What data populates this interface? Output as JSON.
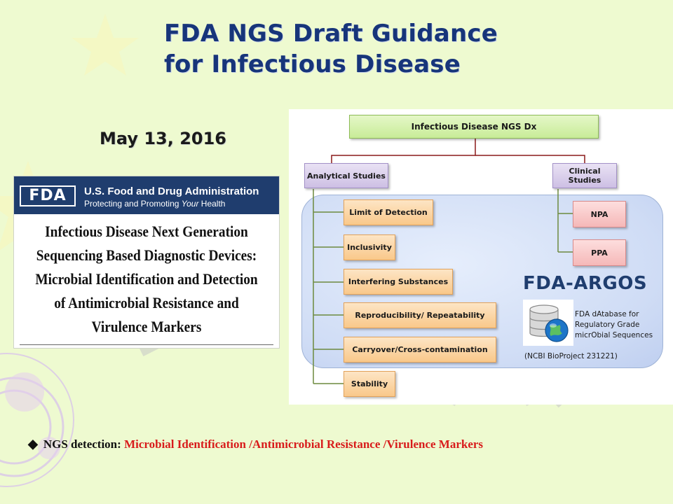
{
  "slide": {
    "title_line1": "FDA  NGS Draft Guidance",
    "title_line2": "for Infectious Disease",
    "date": "May 13, 2016"
  },
  "document": {
    "logo_text": "FDA",
    "agency": "U.S. Food and Drug Administration",
    "tagline_prefix": "Protecting and Promoting ",
    "tagline_emphasis": "Your",
    "tagline_suffix": " Health",
    "title_lines": [
      "Infectious Disease Next Generation",
      "Sequencing Based Diagnostic Devices:",
      "Microbial Identification and Detection",
      "of Antimicrobial Resistance and",
      "Virulence Markers"
    ]
  },
  "diagram": {
    "root": "Infectious Disease NGS Dx",
    "analytical": {
      "label": "Analytical Studies",
      "items": [
        "Limit of Detection",
        "Inclusivity",
        "Interfering Substances",
        "Reproducibility/ Repeatability",
        "Carryover/Cross-contamination",
        "Stability"
      ]
    },
    "clinical": {
      "label": "Clinical Studies",
      "items": [
        "NPA",
        "PPA"
      ]
    },
    "argos": {
      "title": "FDA-ARGOS",
      "description_lines": [
        "FDA dAtabase for",
        "Regulatory Grade",
        "micrObial Sequences"
      ],
      "bioproject": "(NCBI BioProject 231221)",
      "icon": "database-globe-icon"
    }
  },
  "bullet": {
    "icon": "diamond-bullet-icon",
    "label": "NGS detection: ",
    "text": "Microbial Identification /Antimicrobial Resistance /Virulence Markers",
    "text_color": "#d81b1b"
  },
  "colors": {
    "background": "#eefad0",
    "title": "#17357a",
    "root_box": "#c8ec98",
    "branch_box": "#cdbfe4",
    "analytical_box": "#f9c88a",
    "clinical_box": "#f5b8b8",
    "connector": "#8b1a1a"
  }
}
